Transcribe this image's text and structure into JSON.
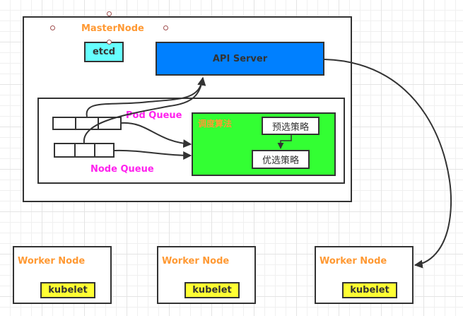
{
  "master": {
    "title": "MasterNode",
    "etcd": "etcd",
    "api_server": "API Server"
  },
  "scheduler": {
    "pod_queue": "Pod Queue",
    "node_queue": "Node Queue",
    "algorithm": "调度算法",
    "predicate": "预选策略",
    "priority": "优选策略"
  },
  "workers": [
    {
      "title": "Worker Node",
      "component": "kubelet"
    },
    {
      "title": "Worker Node",
      "component": "kubelet"
    },
    {
      "title": "Worker Node",
      "component": "kubelet"
    }
  ],
  "colors": {
    "api_server": "#0080ff",
    "etcd": "#66ffff",
    "algorithm": "#33ff33",
    "kubelet": "#ffff33",
    "title": "#ff9933",
    "queue_label": "#ff22ee"
  }
}
